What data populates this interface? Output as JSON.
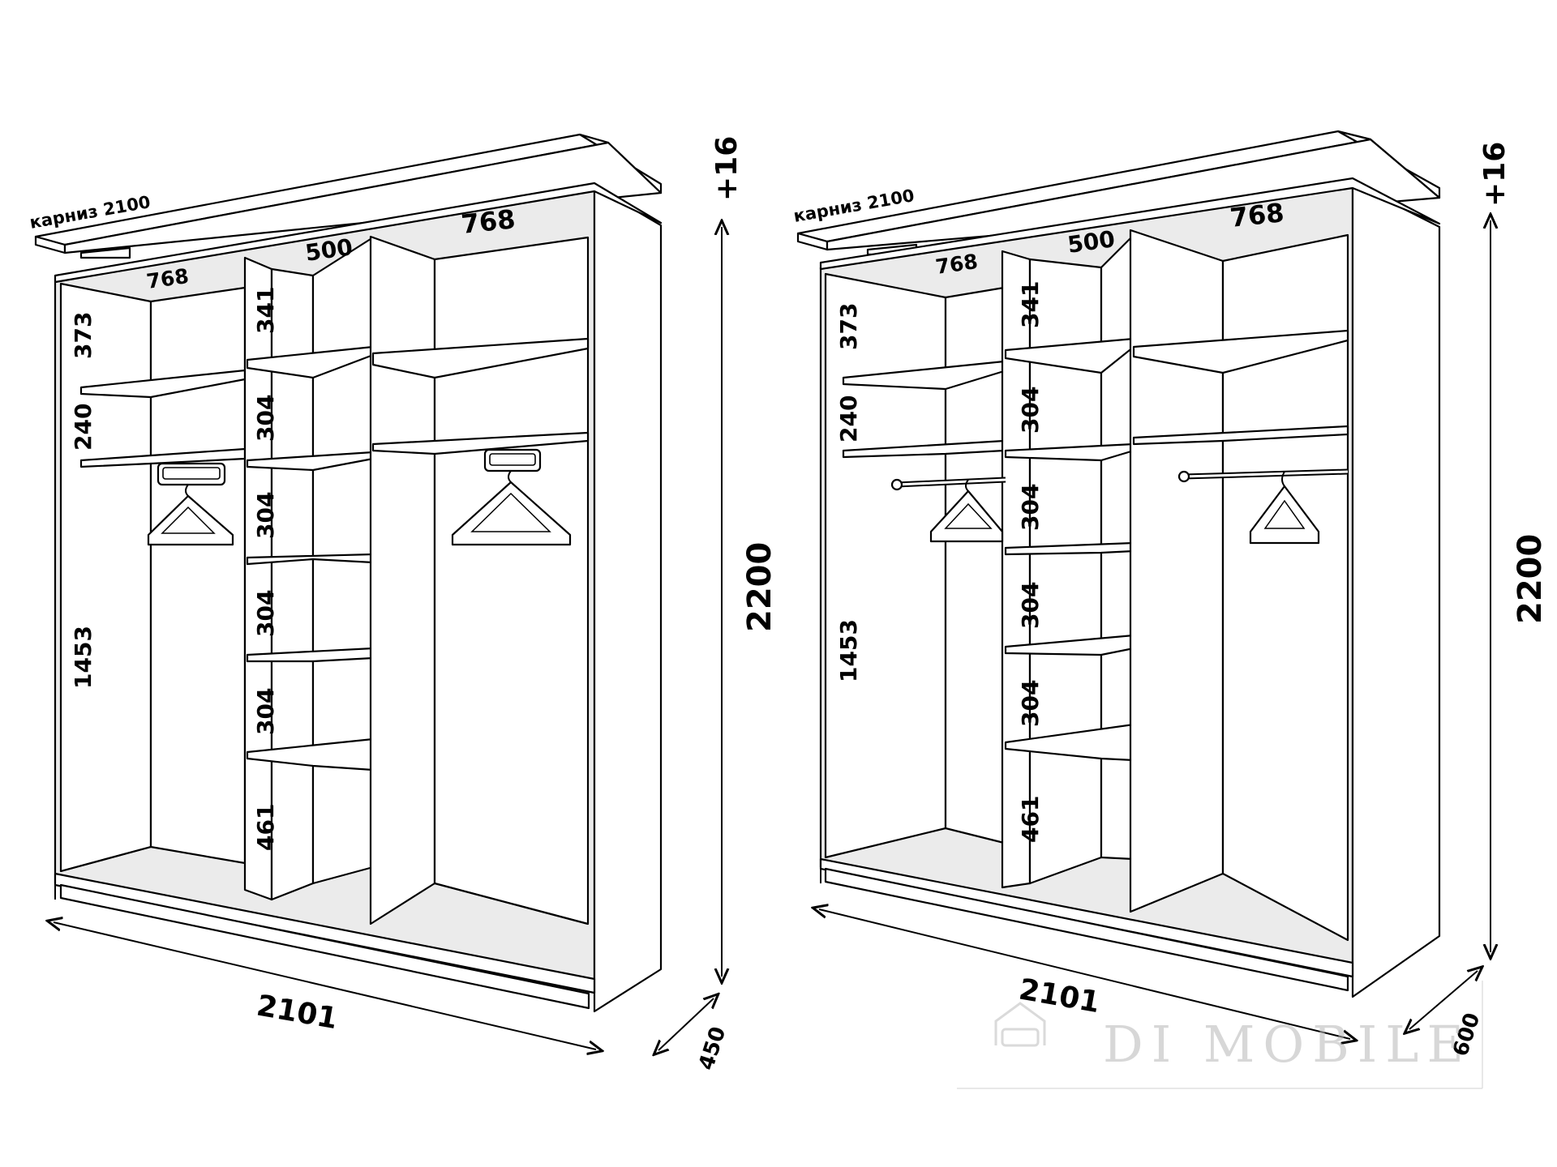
{
  "wardrobes": [
    {
      "cornice_label": "карниз 2100",
      "top_plus": "+16",
      "height": "2200",
      "width": "2101",
      "depth": "450",
      "widths": [
        "768",
        "500",
        "768"
      ],
      "left_heights": [
        "373",
        "240",
        "1453"
      ],
      "middle_heights": [
        "341",
        "304",
        "304",
        "304",
        "304",
        "461"
      ],
      "hanger_type": "pull-out-rail"
    },
    {
      "cornice_label": "карниз 2100",
      "top_plus": "+16",
      "height": "2200",
      "width": "2101",
      "depth": "600",
      "widths": [
        "768",
        "500",
        "768"
      ],
      "left_heights": [
        "373",
        "240",
        "1453"
      ],
      "middle_heights": [
        "341",
        "304",
        "304",
        "304",
        "304",
        "461"
      ],
      "hanger_type": "rod"
    }
  ],
  "watermark": {
    "text": "DI MOBILE",
    "icon": "sofa-icon"
  }
}
